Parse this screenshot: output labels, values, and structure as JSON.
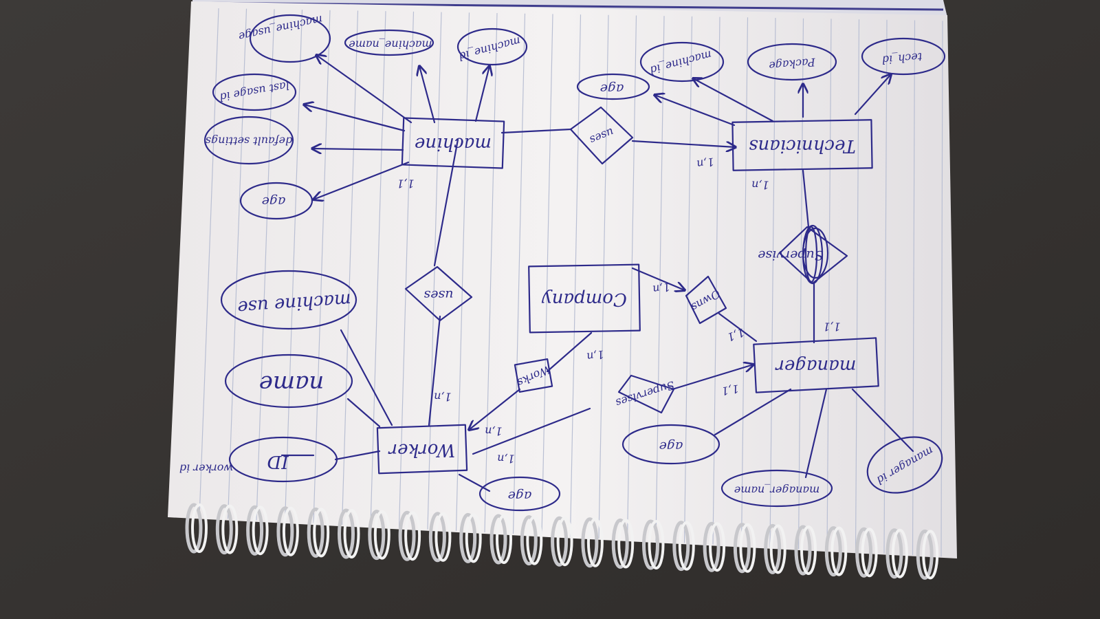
{
  "diagram": {
    "entities": {
      "machine": "machine",
      "technicians": "Technicians",
      "company": "Company",
      "worker": "Worker",
      "manager": "manager"
    },
    "relationships": {
      "uses_machine_technicians": "uses",
      "uses_worker_machine": "uses",
      "supervise_tech_manager": "Supervise",
      "owns_company_manager": "Owns",
      "works_worker_company": "Works",
      "supervises_manager_worker": "Supervises"
    },
    "attributes": {
      "machine_usage": "machine_usage",
      "machine_name": "machine_name",
      "machine_id": "machine_id",
      "last_usage_id": "last usage id",
      "default_settings": "default settings",
      "age_machine": "age",
      "age_tech": "age",
      "tech_machine_id": "machine_id",
      "package": "Package",
      "tech_id": "tech_id",
      "machine_use": "machine use",
      "name": "name",
      "worker_id": "ID",
      "age_worker": "age",
      "age_manager": "age",
      "manager_name": "manager_name",
      "manager_id": "manager id",
      "worker_id_note": "worker id"
    },
    "cardinalities": {
      "machine_side": "1,1",
      "tech_side": "1,n",
      "tech_supervise": "1,n",
      "manager_supervise": "1,1",
      "company_owns": "1,n",
      "manager_owns": "1,1",
      "company_works": "1,n",
      "worker_works": "1,n",
      "worker_uses": "1,n",
      "manager_supervises": "1,1",
      "worker_supervises": "1,n"
    }
  }
}
